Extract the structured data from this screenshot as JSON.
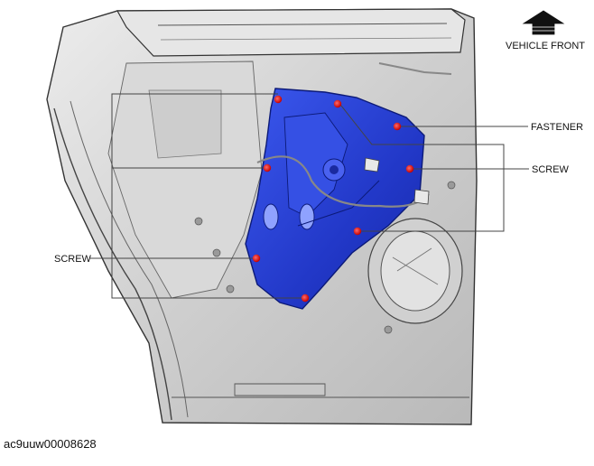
{
  "labels": {
    "vehicle_front": "VEHICLE FRONT",
    "fastener": "FASTENER",
    "screw_right": "SCREW",
    "screw_left": "SCREW"
  },
  "caption": "ac9uuw00008628",
  "colors": {
    "regulator_panel": "#2a46d8",
    "marker": "#e01a1a",
    "door_metal": "#d6d6d6",
    "outline": "#333333",
    "leader": "#444444"
  },
  "icons": {
    "direction_arrow": "up-arrow-icon"
  }
}
